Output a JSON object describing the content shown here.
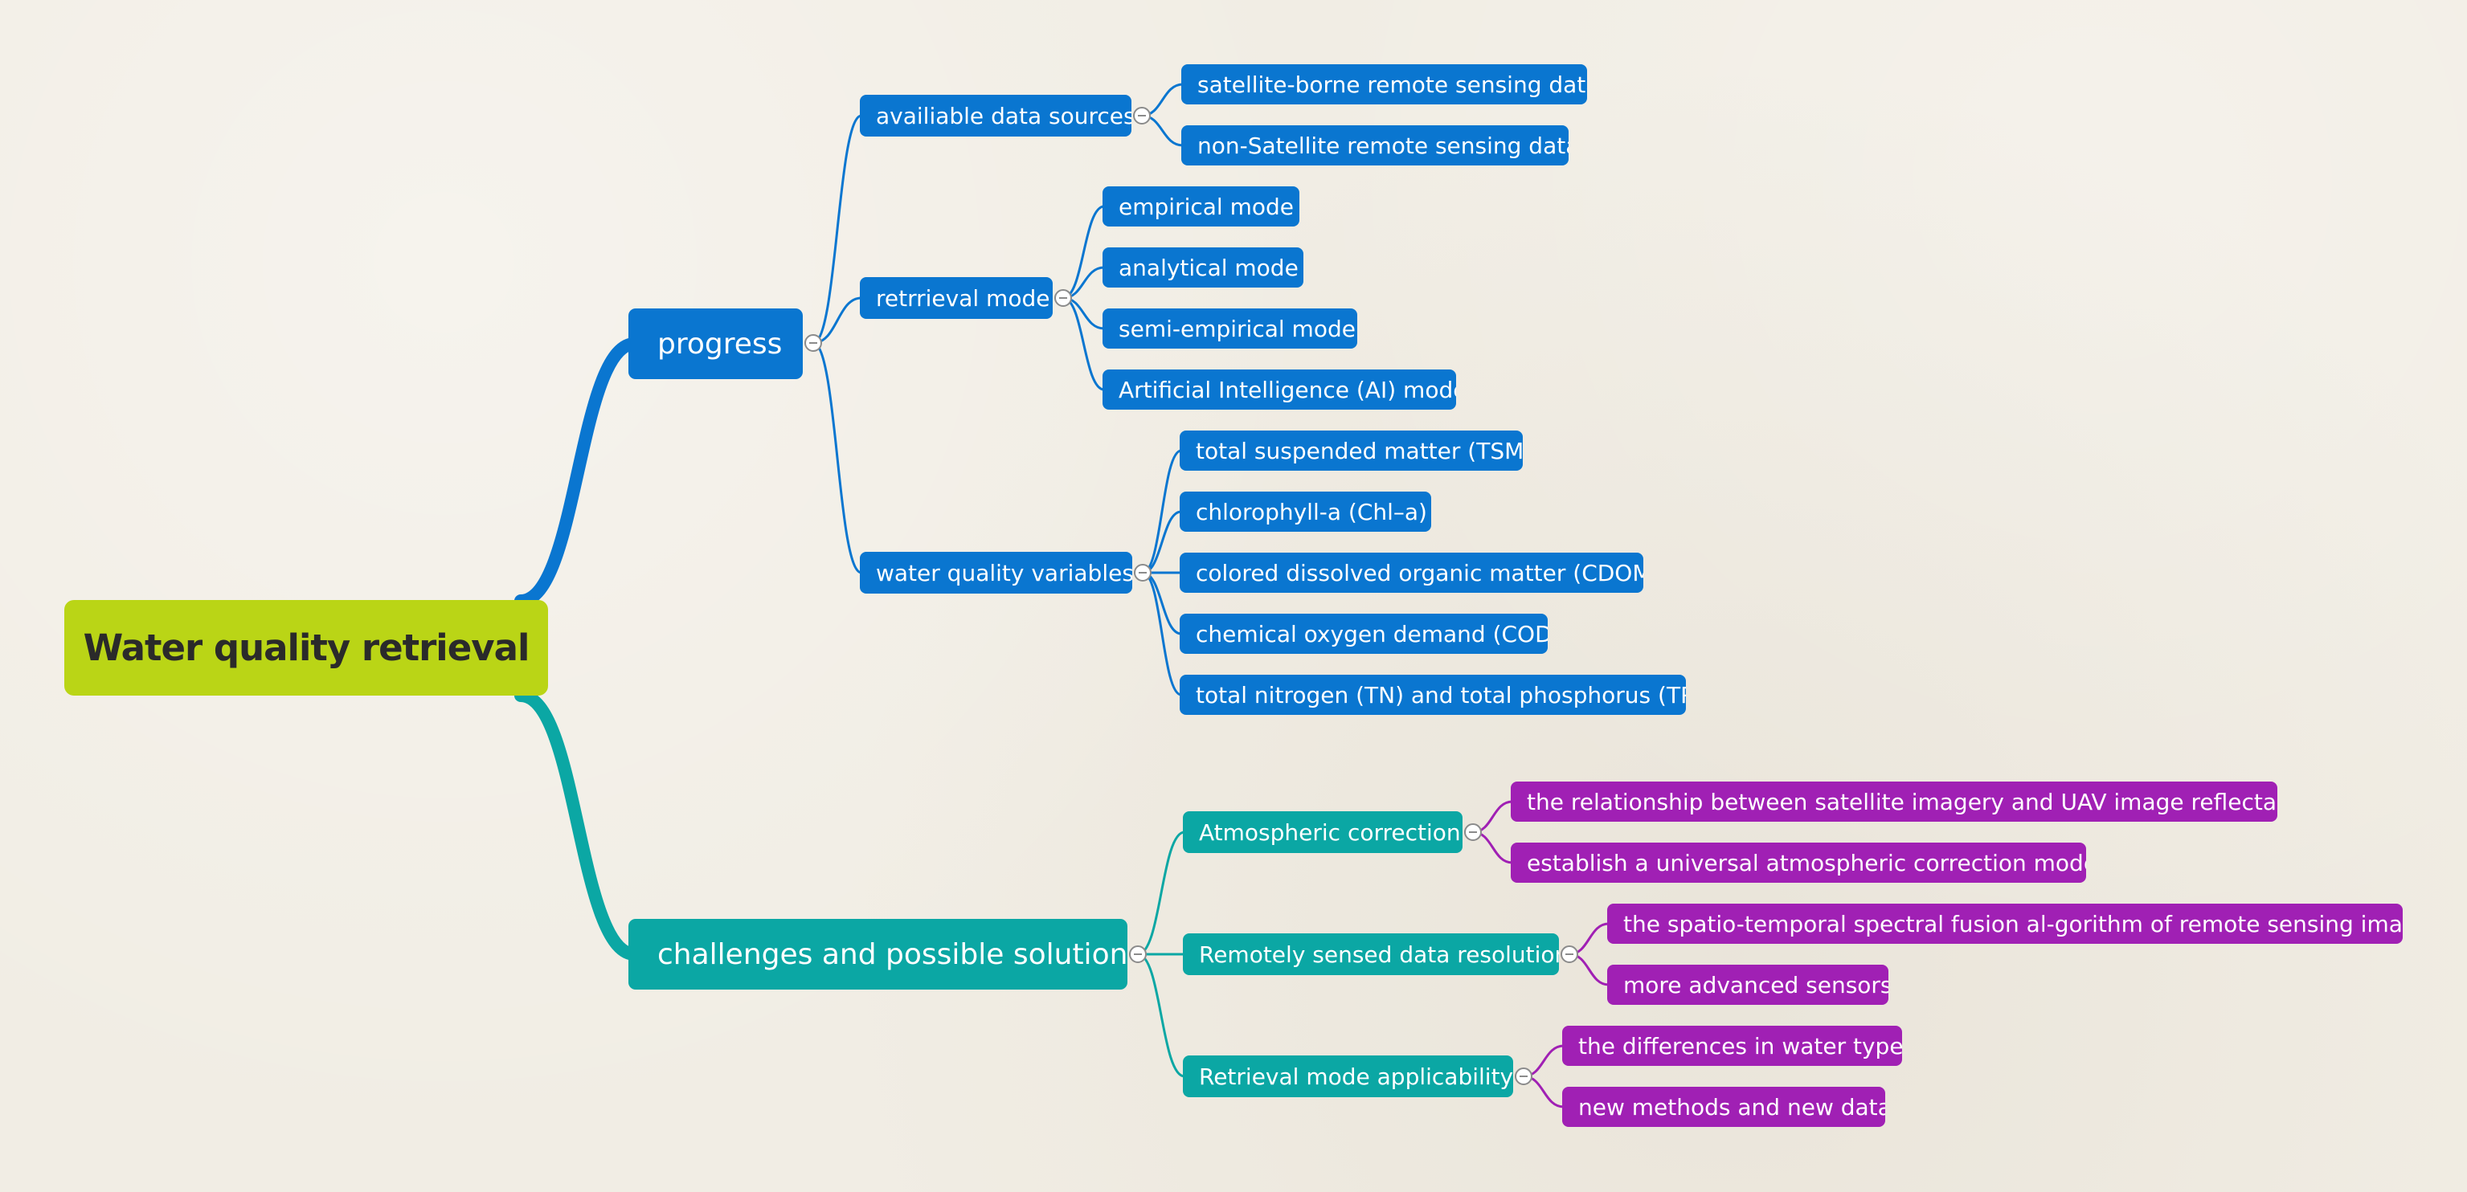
{
  "mindmap": {
    "root": {
      "label": "Water quality retrieval"
    },
    "colors": {
      "root": "#bad516",
      "progress_branch": "#0a76d0",
      "challenges_branch": "#0ba7a4",
      "solution_leaves": "#a020b4",
      "collapse_icon_border": "#8b8b8b"
    },
    "progress": {
      "label": "progress",
      "data_sources": {
        "label": "availiable data sources",
        "children": [
          "satellite-borne remote sensing data",
          "non-Satellite remote sensing data"
        ]
      },
      "retrieval_mode": {
        "label": "retrrieval mode",
        "children": [
          "empirical mode",
          "analytical mode",
          "semi-empirical mode",
          "Artificial Intelligence (AI) mode"
        ]
      },
      "variables": {
        "label": "water quality variables",
        "children": [
          "total suspended matter (TSM)",
          "chlorophyll-a (Chl–a)",
          "colored dissolved organic matter (CDOM)",
          "chemical oxygen demand (COD)",
          "total nitrogen (TN) and total phosphorus (TP)"
        ]
      }
    },
    "challenges": {
      "label": "challenges and possible solution",
      "atmospheric": {
        "label": "Atmospheric correction",
        "children": [
          "the relationship between satellite imagery and UAV image reflectance",
          "establish a universal atmospheric correction model"
        ]
      },
      "resolution": {
        "label": "Remotely sensed data resolution",
        "children": [
          "the spatio-temporal spectral fusion al-gorithm of remote sensing images",
          "more advanced sensors"
        ]
      },
      "applicability": {
        "label": "Retrieval mode applicability",
        "children": [
          "the differences in water types",
          "new methods and new data"
        ]
      }
    }
  }
}
